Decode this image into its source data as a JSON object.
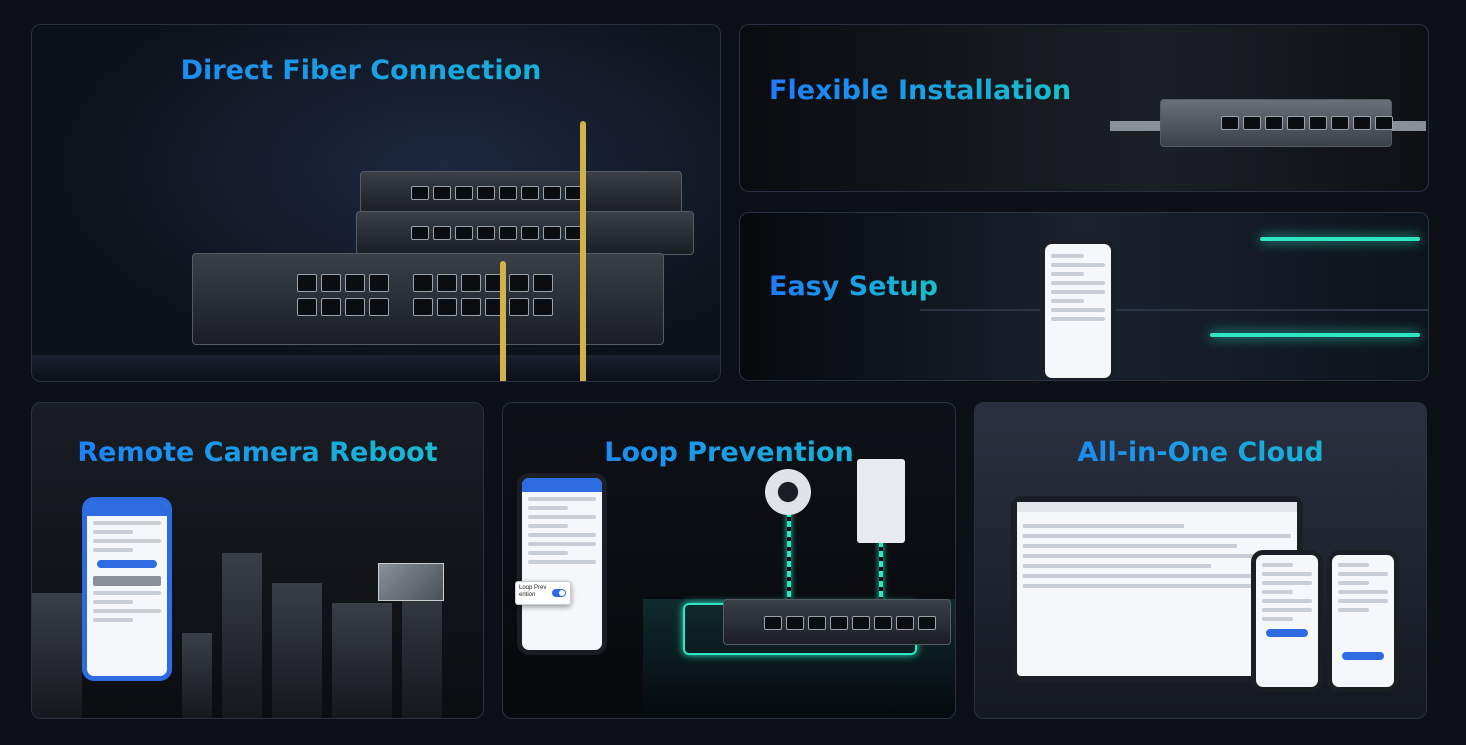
{
  "panels": {
    "direct_fiber": {
      "title": "Direct Fiber Connection"
    },
    "flexible_installation": {
      "title": "Flexible Installation"
    },
    "easy_setup": {
      "title": "Easy Setup"
    },
    "remote_camera_reboot": {
      "title": "Remote Camera Reboot"
    },
    "loop_prevention": {
      "title": "Loop Prevention",
      "toggle_label": "Loop Prev ention"
    },
    "all_in_one_cloud": {
      "title": "All-in-One Cloud"
    }
  },
  "colors": {
    "title_gradient_start": "#1e7bff",
    "title_gradient_end": "#16c3c9",
    "glow": "#2ee6c2",
    "background": "#0d1117"
  }
}
